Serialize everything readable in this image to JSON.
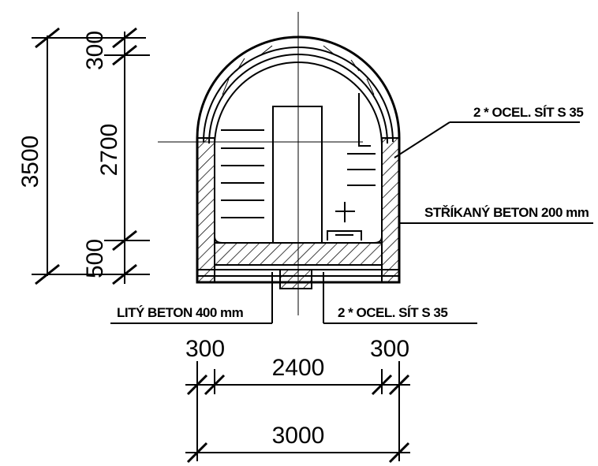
{
  "dimensions": {
    "left_total": "3500",
    "left_top": "300",
    "left_middle": "2700",
    "left_bottom": "500",
    "bottom_left": "300",
    "bottom_middle": "2400",
    "bottom_right": "300",
    "bottom_total": "3000"
  },
  "labels": {
    "mesh_top": "2 * OCEL. SÍT S 35",
    "shotcrete": "STŘÍKANÝ BETON 200 mm",
    "cast_concrete": "LITÝ BETON 400 mm",
    "mesh_bottom": "2 * OCEL. SÍT S 35"
  },
  "colors": {
    "ink": "#000000",
    "background": "#ffffff"
  }
}
